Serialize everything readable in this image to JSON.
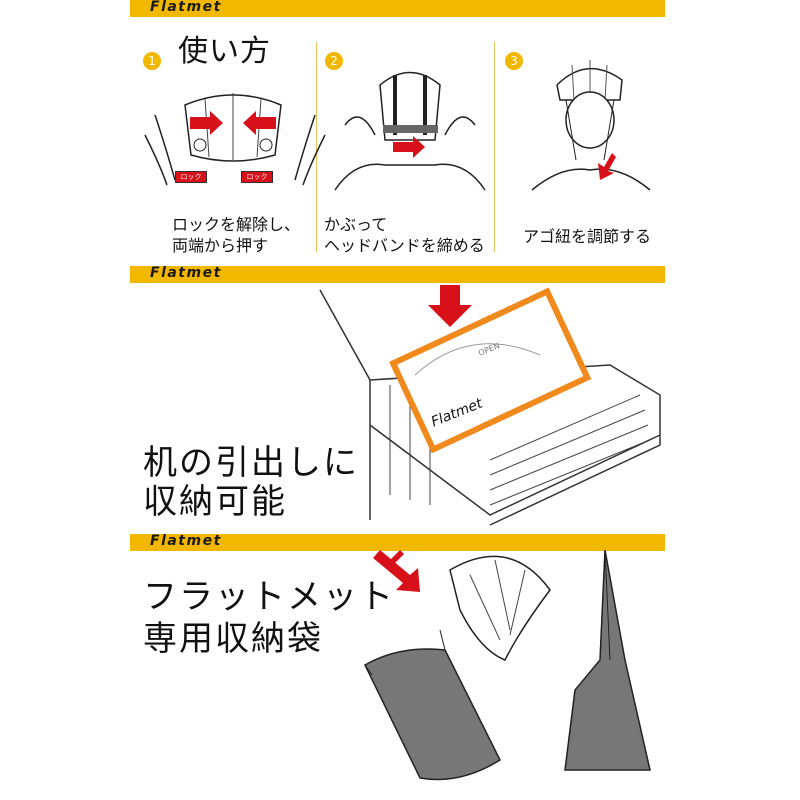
{
  "brand": "Flatmet",
  "section1": {
    "title": "使い方",
    "steps": [
      {
        "number": "1",
        "caption_line1": "ロックを解除し、",
        "caption_line2": "両端から押す",
        "lock_label": "ロック"
      },
      {
        "number": "2",
        "caption_line1": "かぶって",
        "caption_line2": "ヘッドバンドを締める"
      },
      {
        "number": "3",
        "caption_line1": "アゴ紐を調節する"
      }
    ]
  },
  "section2": {
    "line1": "机の引出しに",
    "line2": "収納可能",
    "box_label": "Flatmet",
    "box_open": "OPEN"
  },
  "section3": {
    "line1": "フラットメット",
    "line2": "専用収納袋"
  },
  "colors": {
    "band": "#f2b800",
    "arrow": "#d8101a",
    "glow": "#f08a1c"
  }
}
